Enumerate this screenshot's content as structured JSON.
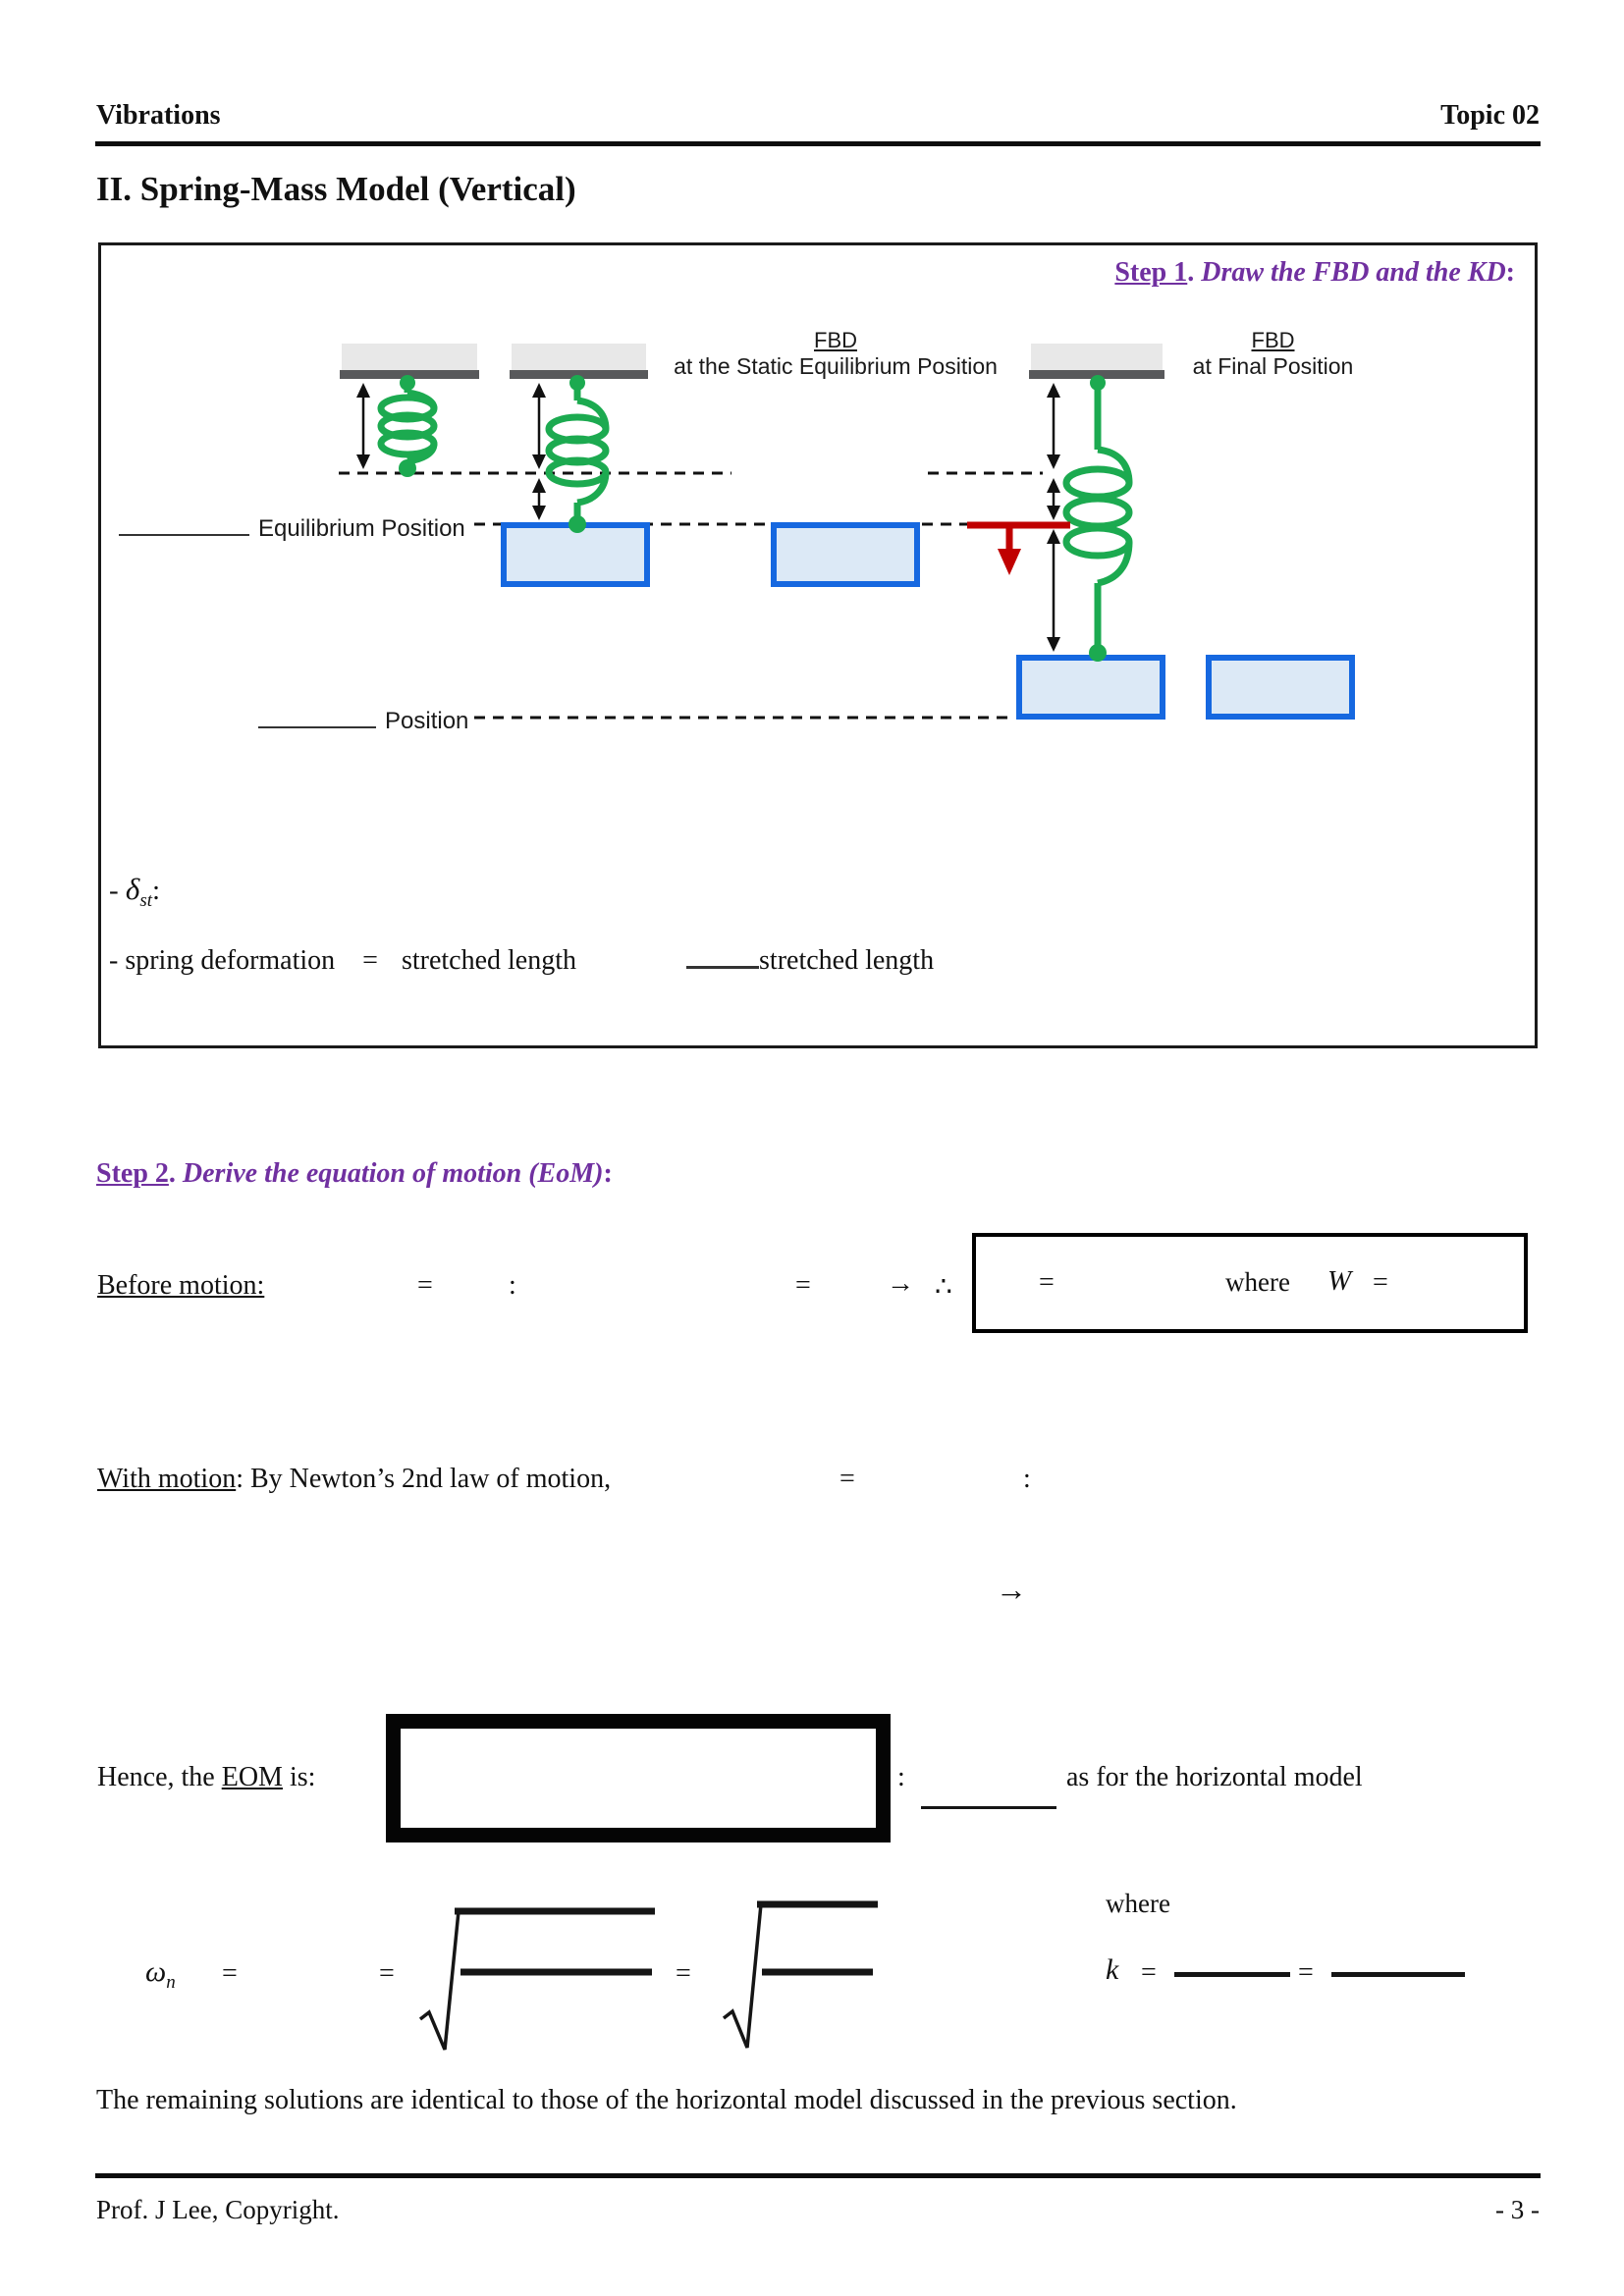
{
  "colors": {
    "accent_purple": "#7030A0",
    "spring_green": "#1CAA50",
    "mass_border_blue": "#1668E0",
    "mass_fill_blue": "#DCE9F6",
    "displacement_red": "#C00000",
    "ceiling_gray": "#E8E8E8",
    "ceiling_bar_gray": "#58595B"
  },
  "header": {
    "left": "Vibrations",
    "right": "Topic 02"
  },
  "title": "II. Spring-Mass Model (Vertical)",
  "figure": {
    "step1": {
      "number": "Step 1",
      "separator": ". ",
      "title": "Draw the FBD and the KD",
      "colon": ":"
    },
    "fbd_static": {
      "heading": "FBD",
      "caption": "at the Static Equilibrium Position"
    },
    "fbd_final": {
      "heading": "FBD",
      "caption": "at Final Position"
    },
    "equilibrium_label": "Equilibrium Position",
    "position_label": "Position",
    "delta_note": {
      "dash": "- ",
      "symbol": "δ",
      "subscript": "st",
      "colon": ":"
    },
    "deformation_note": {
      "lead": "- spring deformation",
      "equals": "=",
      "term_a": "stretched length",
      "term_b": "stretched length"
    }
  },
  "step2": {
    "number": "Step 2",
    "separator": ". ",
    "title": "Derive the equation of motion (EoM)",
    "colon": ":"
  },
  "before_motion": {
    "label": "Before motion:",
    "eq1": "=",
    "colon": ":",
    "eq2": "=",
    "arrow": "→",
    "therefore": "∴",
    "box": {
      "eq": "=",
      "where": "where",
      "symbol": "W",
      "eq2": "="
    }
  },
  "with_motion": {
    "label": "With motion",
    "rest": ": By Newton’s 2nd law of motion,",
    "eq": "=",
    "colon": ":"
  },
  "implies_arrow": "→",
  "eom": {
    "lead": "Hence, the ",
    "label": "EOM",
    "tail": " is:",
    "colon": ":",
    "note": "as for the horizontal model"
  },
  "omega": {
    "symbol": "ω",
    "subscript": "n",
    "eq1": "=",
    "eq2": "=",
    "eq3": "=",
    "where": "where",
    "k_symbol": "k",
    "k_eq1": "=",
    "k_eq2": "="
  },
  "closing": "The remaining solutions are identical to those of the horizontal model discussed in the previous section.",
  "footer": {
    "left": "Prof. J Lee, Copyright.",
    "right": "- 3 -"
  }
}
